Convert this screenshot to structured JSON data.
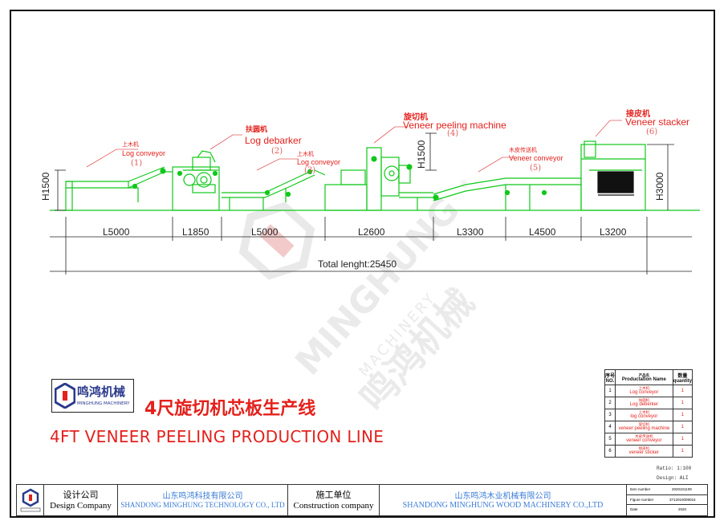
{
  "labels": {
    "log_conveyor_cn": "上木机",
    "log_conveyor_en": "Log conveyor",
    "log_conveyor_num": "(1)",
    "log_debarker_cn": "扶圆机",
    "log_debarker_en": "Log debarker",
    "log_debarker_num": "(2)",
    "log_conveyor2_cn": "上木机",
    "log_conveyor2_en": "Log conveyor",
    "log_conveyor2_num": "(3)",
    "peeling_cn": "旋切机",
    "peeling_en": "Veneer peeling machine",
    "peeling_num": "(4)",
    "veneer_conveyor_cn": "木皮传送机",
    "veneer_conveyor_en": "Veneer conveyor",
    "veneer_conveyor_num": "(5)",
    "stacker_cn": "接皮机",
    "stacker_en": "Veneer stacker",
    "stacker_num": "(6)"
  },
  "heights": {
    "h1500_left": "H1500",
    "h1500_mid": "H1500",
    "h3000": "H3000"
  },
  "dimensions": [
    "L5000",
    "L1850",
    "L5000",
    "L2600",
    "L3300",
    "L4500",
    "L3200"
  ],
  "total_length": "Total lenght:25450",
  "watermark": {
    "brand": "MINGHUNG",
    "sub": "MACHINERY",
    "cn": "鸣鸿机械",
    "mark": "®"
  },
  "logo": {
    "name_cn": "鸣鸿机械",
    "name_en": "MINGHUNG MACHINERY"
  },
  "title_cn": "4尺旋切机芯板生产线",
  "title_en": "4FT VENEER PEELING PRODUCTION LINE",
  "parts_table": {
    "header_no": "序号 NO.",
    "header_name_cn": "产品名",
    "header_name_en": "Productation Name",
    "header_qty": "数量 quantity",
    "rows": [
      {
        "no": "1",
        "cn": "上木机",
        "en": "Log conveyor",
        "qty": "1"
      },
      {
        "no": "2",
        "cn": "扶圆机",
        "en": "Log deberker",
        "qty": "1"
      },
      {
        "no": "3",
        "cn": "上木机",
        "en": "log conveyor",
        "qty": "1"
      },
      {
        "no": "4",
        "cn": "旋切机",
        "en": "veneer peeling machine",
        "qty": "1"
      },
      {
        "no": "5",
        "cn": "木皮传送机",
        "en": "veneer conveyor",
        "qty": "1"
      },
      {
        "no": "6",
        "cn": "接皮机",
        "en": "veneer sticker",
        "qty": "1"
      }
    ],
    "ratio": "Ratio:  1:100",
    "design": "Design:  ALI"
  },
  "title_block": {
    "design_company_cn": "设计公司",
    "design_company_en": "Design Company",
    "design_company_name_cn": "山东鸣鸿科技有限公司",
    "design_company_name_en": "SHANDONG MINGHUNG TECHNOLOGY CO., LTD",
    "construction_cn": "施工单位",
    "construction_en": "Construction company",
    "construction_name_cn": "山东鸣鸿木业机械有限公司",
    "construction_name_en": "SHANDONG MINGHUNG WOOD MACHINERY CO.,LTD",
    "item_number_label": "Item number",
    "item_number": "2020101109",
    "figure_number_label": "Figure number",
    "figure_number": "3712010009016",
    "date_label": "Date",
    "date": "2020"
  },
  "colors": {
    "machine": "#10c81a",
    "red": "#e4211c",
    "blue": "#3a7bd5",
    "watermark": "#d0d0d0"
  }
}
